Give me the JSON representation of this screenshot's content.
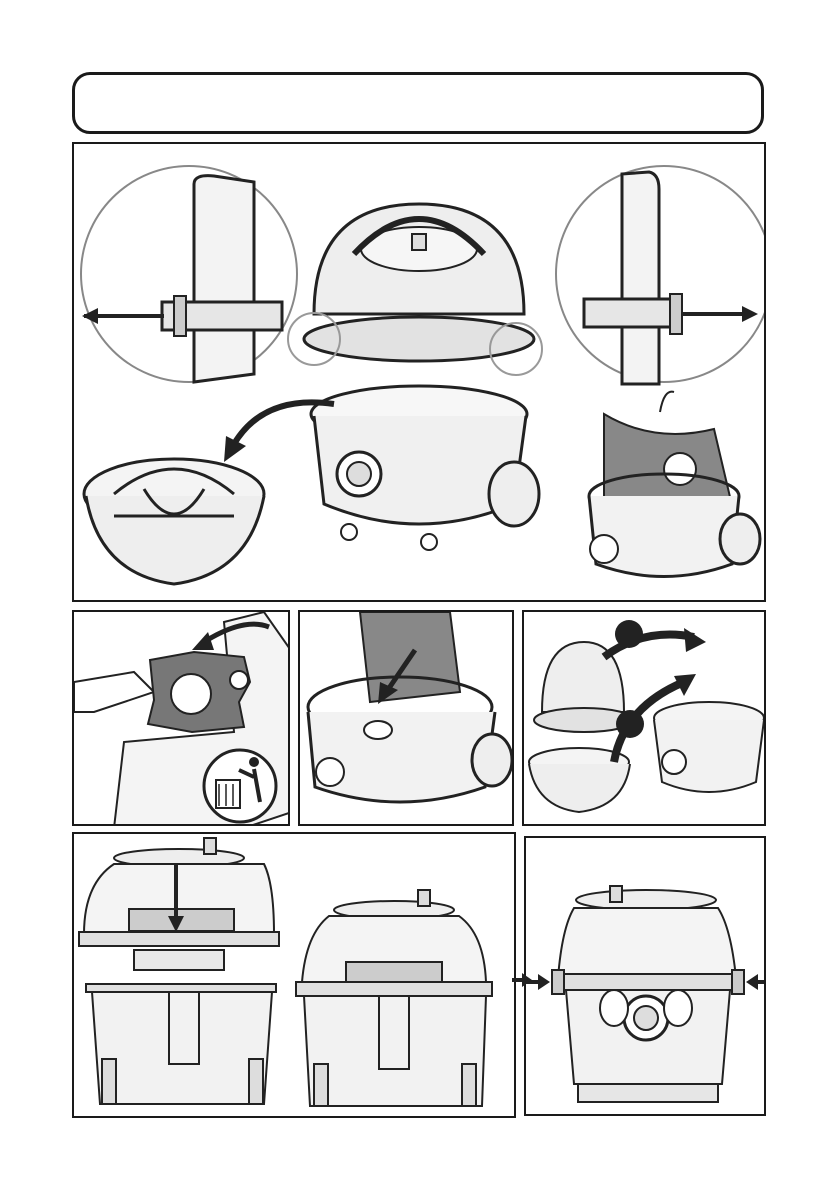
{
  "document": {
    "title": "",
    "steps": [
      {
        "id": "remove-head-and-bag",
        "icons": [
          "release-clip-left-icon",
          "release-clip-right-icon",
          "curved-arrow-icon",
          "dust-bag-icon"
        ]
      },
      {
        "id": "dispose-bag",
        "icons": [
          "bag-collar-icon",
          "dispose-in-bin-icon"
        ]
      },
      {
        "id": "fit-new-bag",
        "icons": [
          "insert-arrow-icon"
        ]
      },
      {
        "id": "refit-filter-and-head",
        "icons": [
          "step-dot-1-icon",
          "step-dot-2-icon"
        ]
      },
      {
        "id": "lower-head",
        "icons": [
          "down-arrow-icon"
        ]
      },
      {
        "id": "close-clips",
        "icons": [
          "push-left-icon",
          "push-right-icon"
        ]
      }
    ]
  }
}
